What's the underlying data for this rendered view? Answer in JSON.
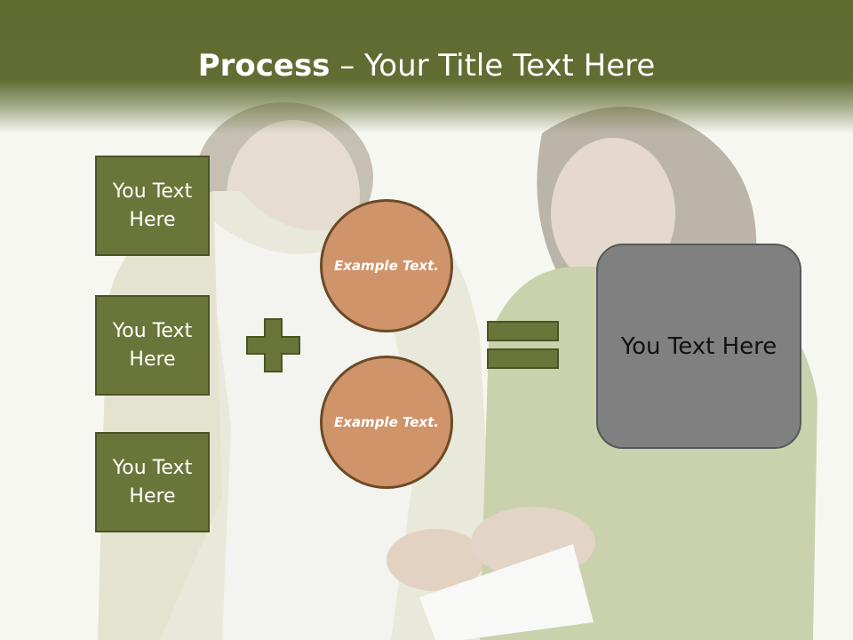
{
  "slide": {
    "title_bold": "Process",
    "title_rest": " – Your Title Text Here",
    "boxes": [
      "You Text Here",
      "You Text Here",
      "You Text Here"
    ],
    "circles": [
      "Example Text.",
      "Example Text."
    ],
    "result": "You Text Here"
  },
  "icons": {
    "operator_1": "plus-icon",
    "operator_2": "equals-icon"
  },
  "colors": {
    "header": "#5e6a2e",
    "box": "#6a7639",
    "circle": "#d0946a",
    "result": "#808080"
  }
}
